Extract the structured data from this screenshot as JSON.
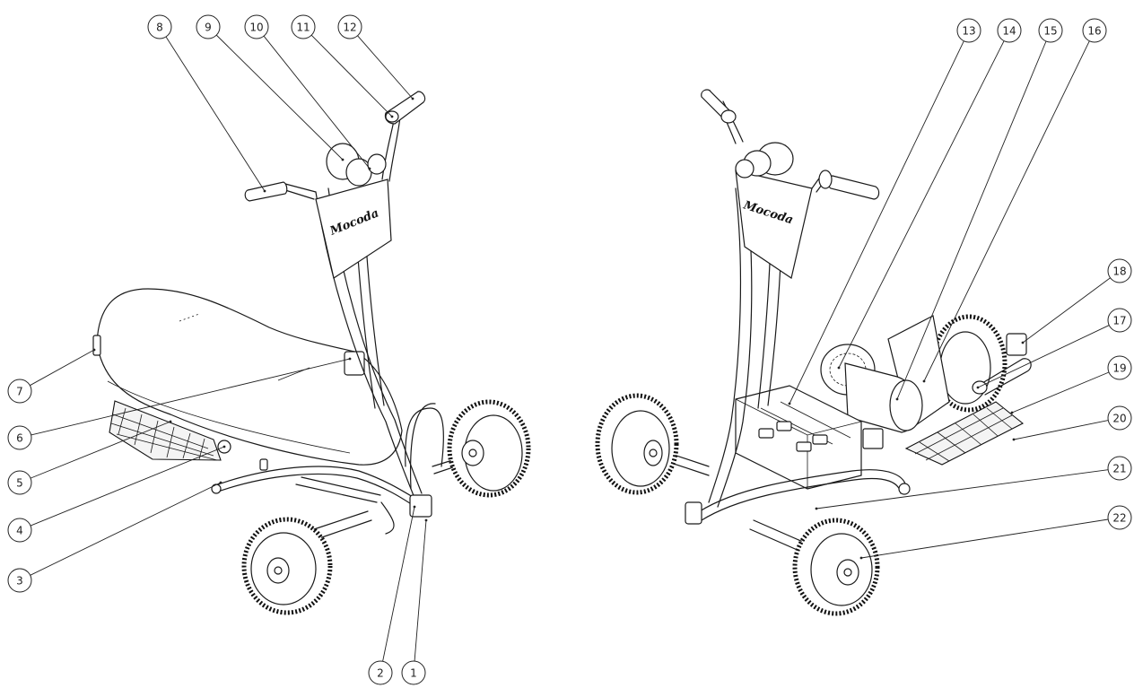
{
  "brand_logo_text": "Mocoda",
  "callouts": [
    "1",
    "2",
    "3",
    "4",
    "5",
    "6",
    "7",
    "8",
    "9",
    "10",
    "11",
    "12",
    "13",
    "14",
    "15",
    "16",
    "17",
    "18",
    "19",
    "20",
    "21",
    "22"
  ]
}
